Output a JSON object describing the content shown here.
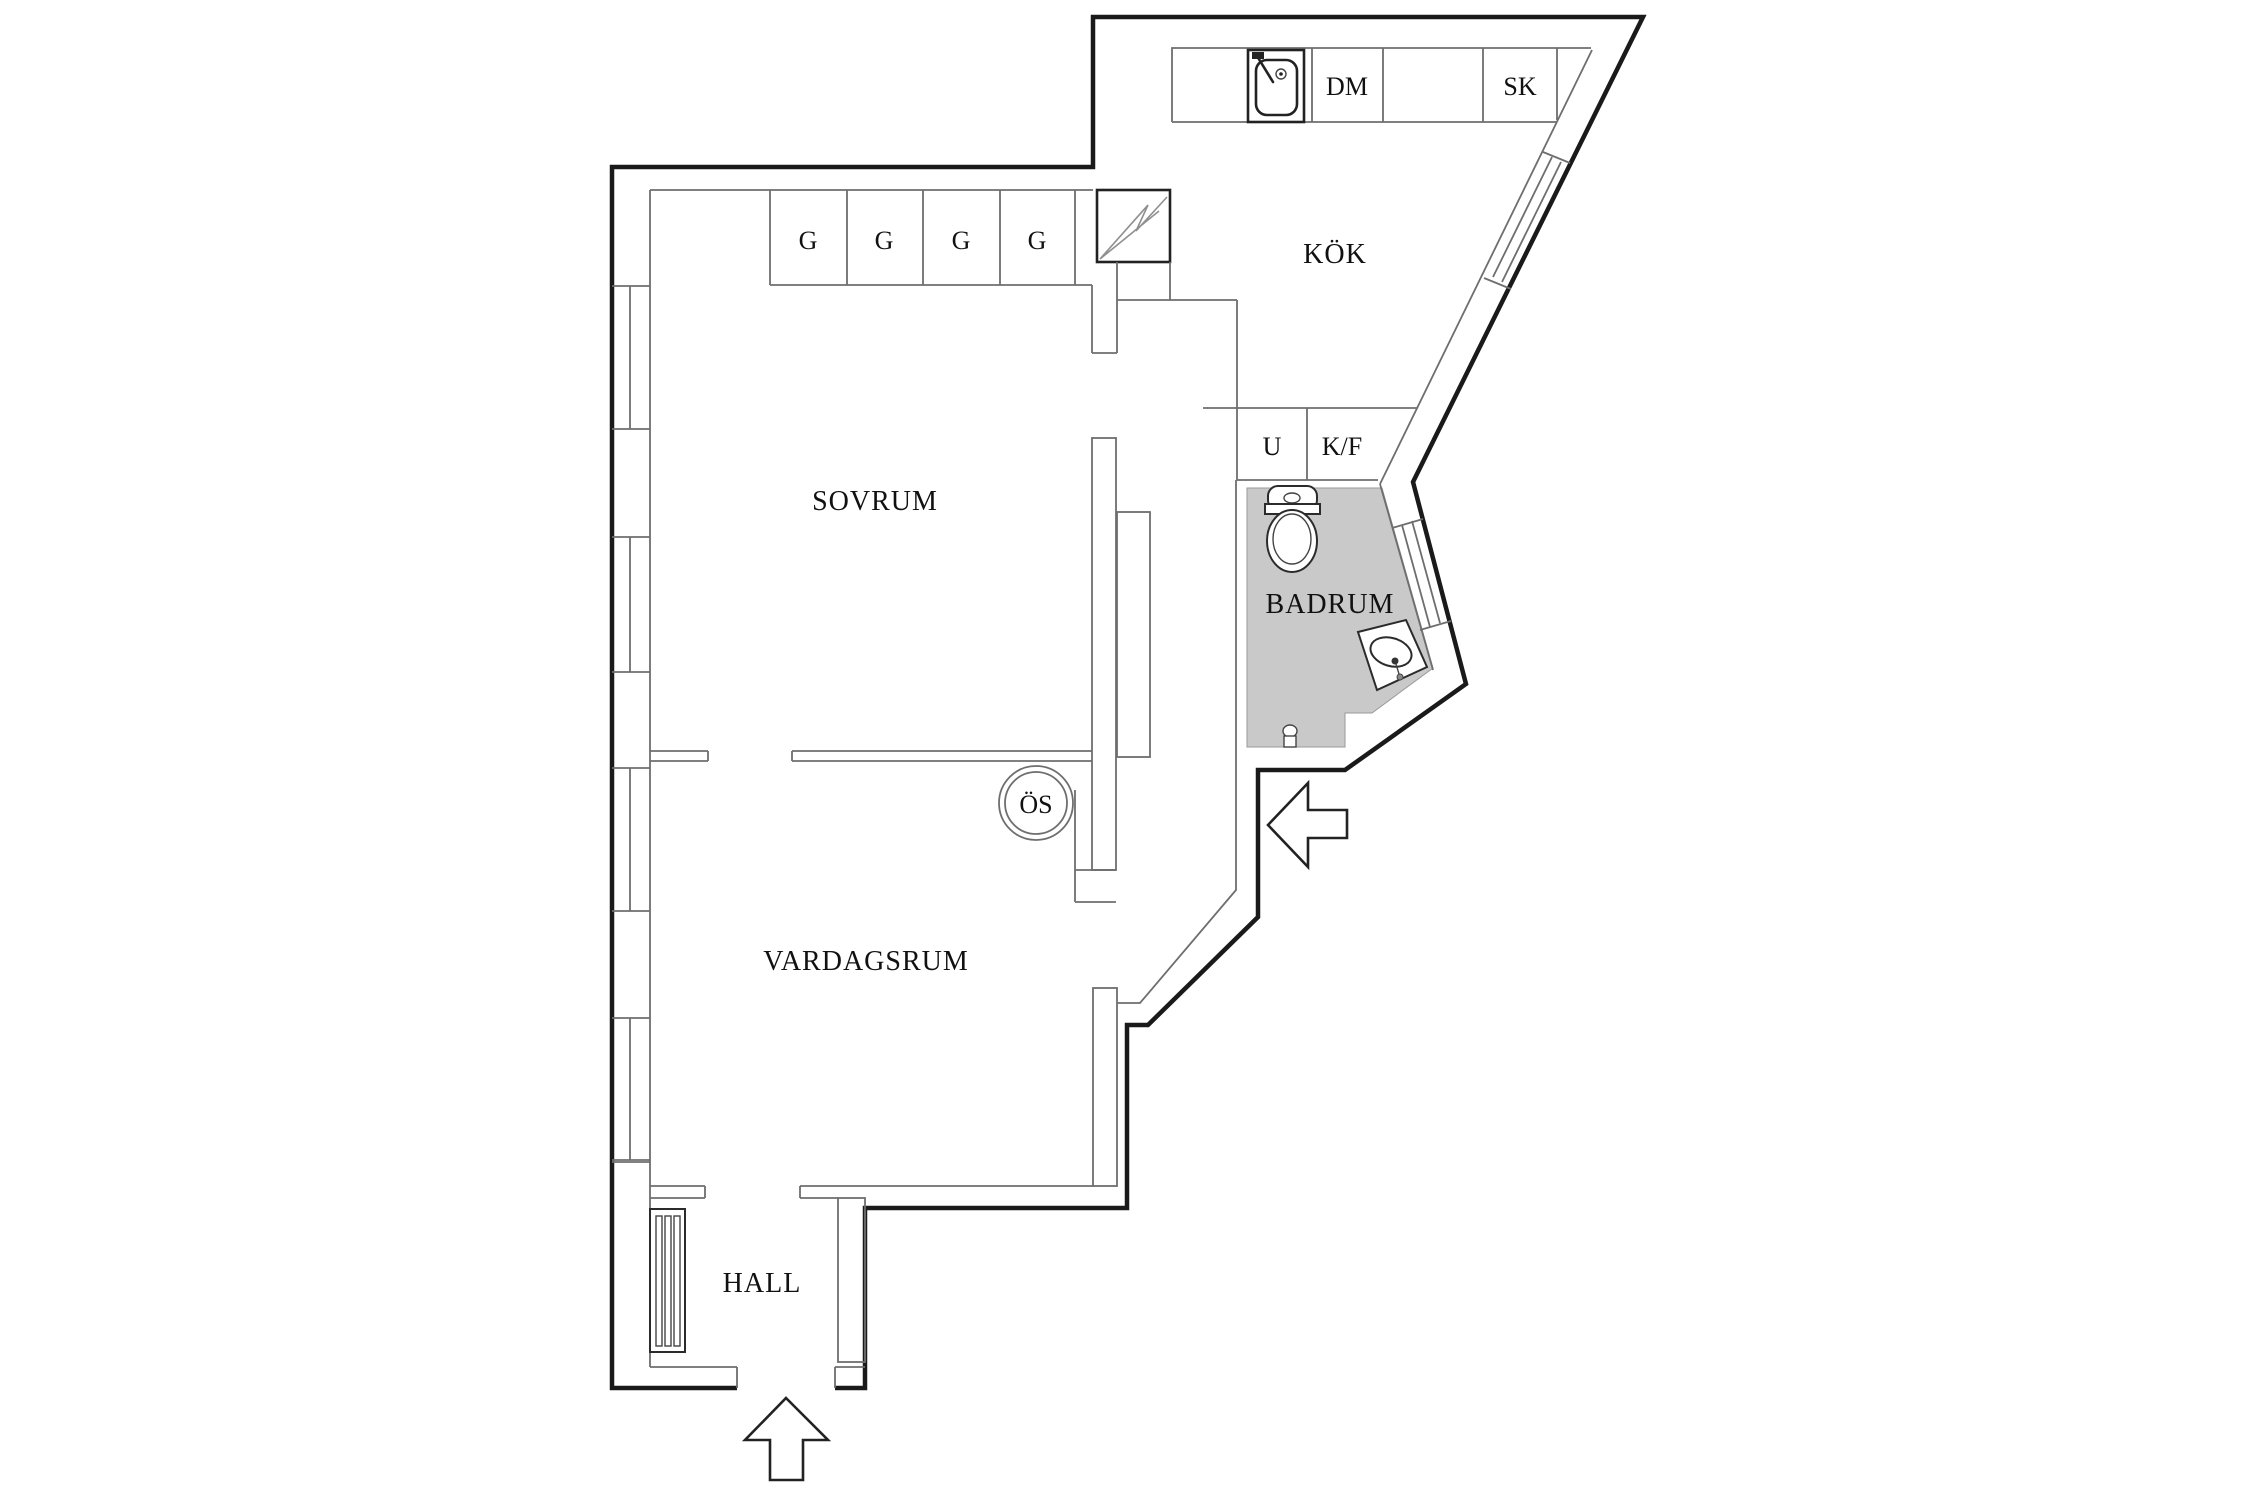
{
  "plan": {
    "rooms": {
      "bedroom": {
        "label": "SOVRUM"
      },
      "kitchen": {
        "label": "KÖK"
      },
      "bathroom": {
        "label": "BADRUM"
      },
      "living_room": {
        "label": "VARDAGSRUM"
      },
      "hall": {
        "label": "HALL"
      }
    },
    "fixtures": {
      "wardrobes": [
        "G",
        "G",
        "G",
        "G"
      ],
      "dishwasher": "DM",
      "tall_cabinet": "SK",
      "oven": "U",
      "fridge_freezer": "K/F",
      "fireplace": "ÖS"
    }
  },
  "colors": {
    "wall": "#1a1a1a",
    "thin_line": "#6e6e6e",
    "bathroom_fill": "#c9c9c9",
    "background": "#ffffff"
  }
}
